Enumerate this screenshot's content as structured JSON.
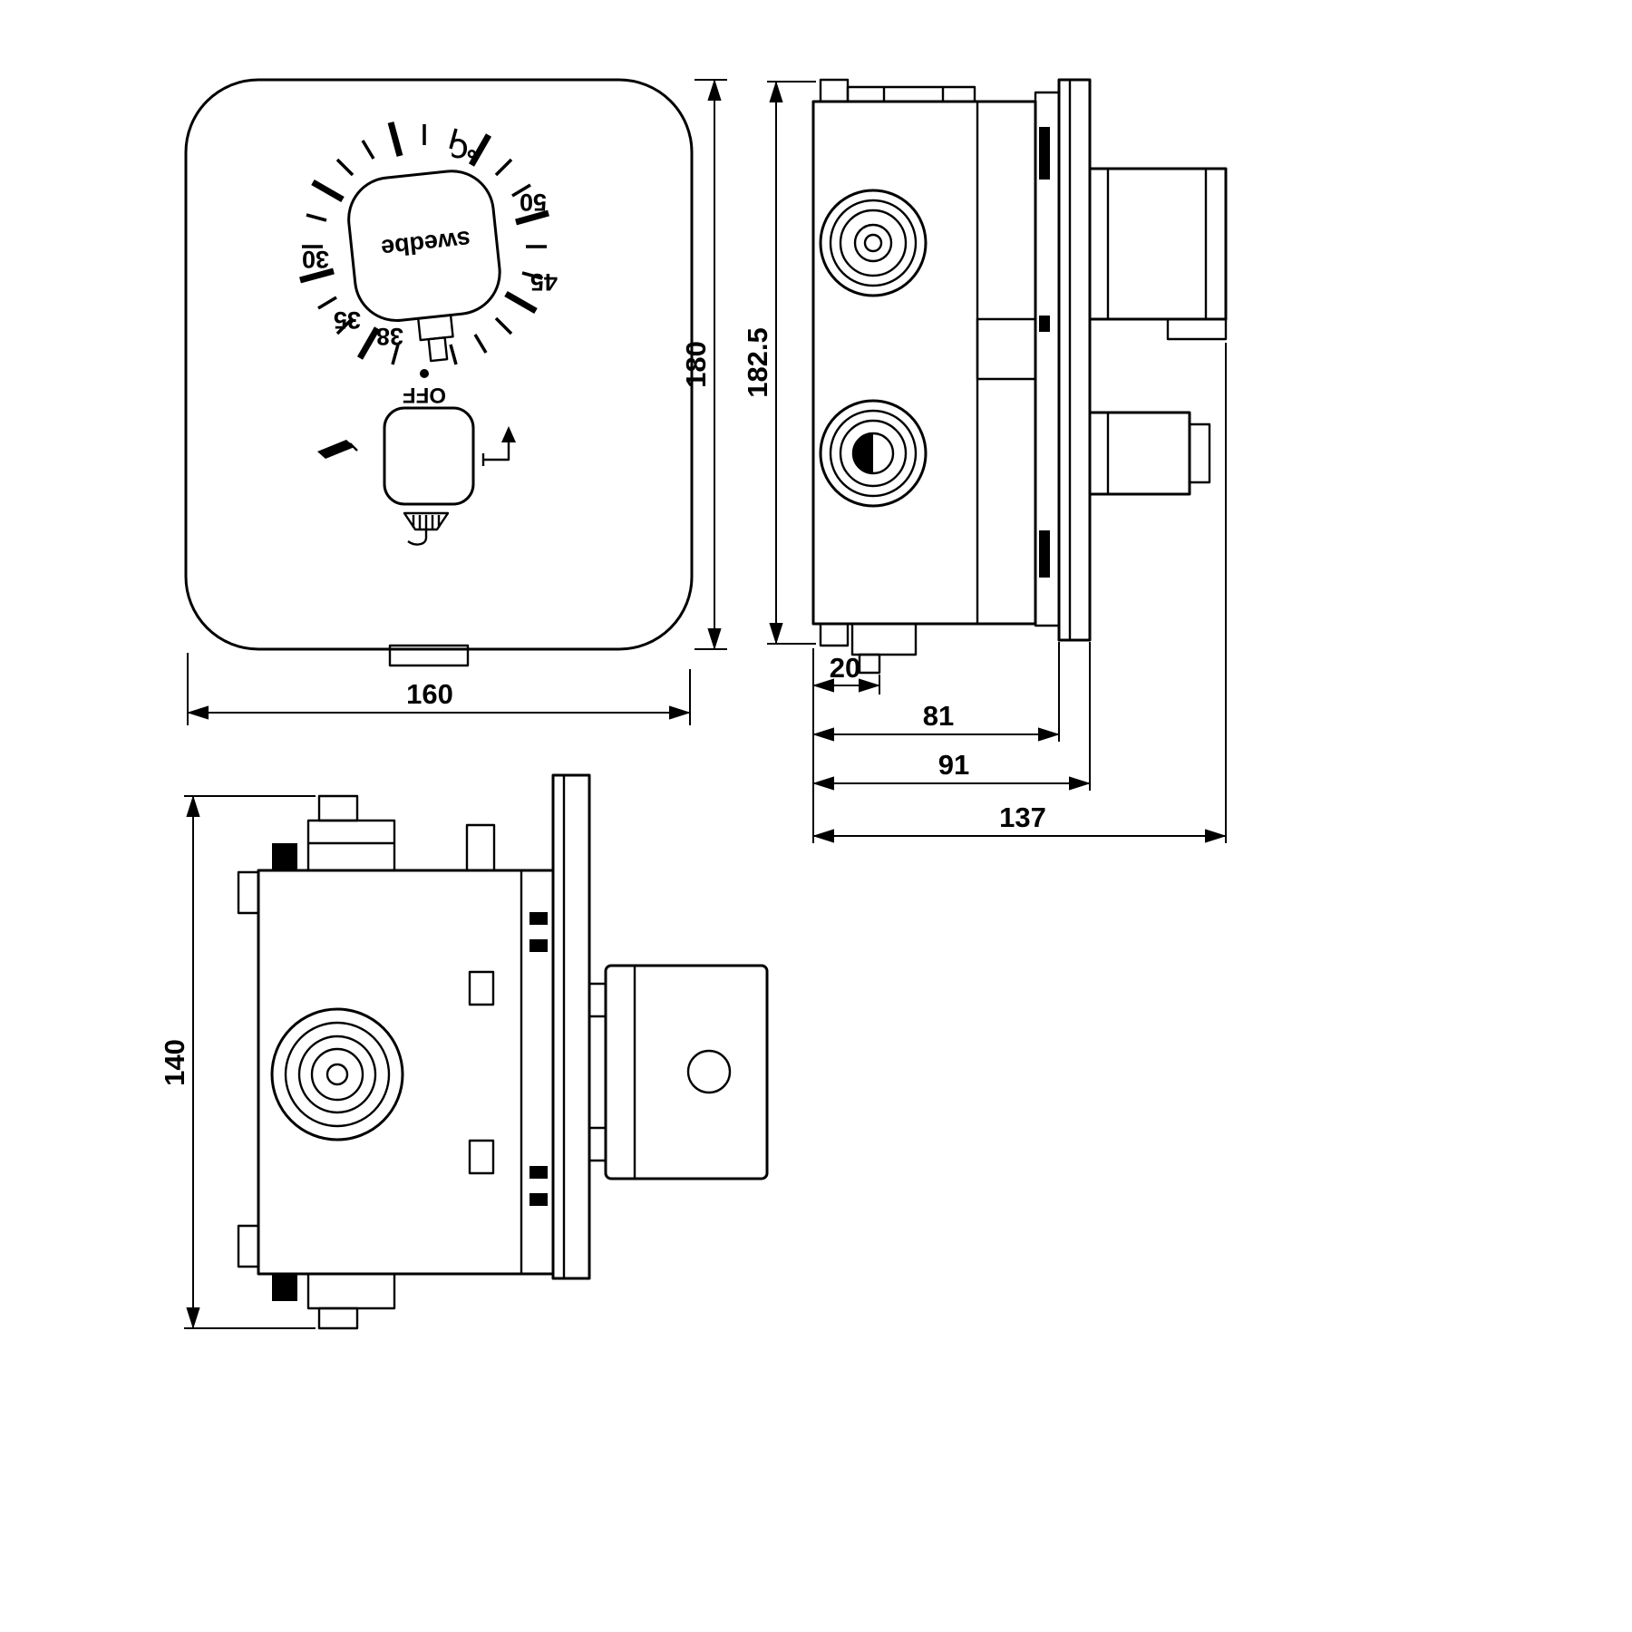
{
  "drawing": {
    "brand_label": "swedbe",
    "front": {
      "unit_label": "℃",
      "scale": {
        "l50": "50",
        "l45": "45",
        "l38": "38",
        "l35": "35",
        "l30": "30"
      },
      "off_label": "OFF",
      "width_dim": "160",
      "height_dim": "180",
      "icons": [
        "overhead-shower",
        "spout-arrow",
        "hand-shower"
      ]
    },
    "side": {
      "height_dim": "182.5",
      "dim_20": "20",
      "dim_81": "81",
      "dim_91": "91",
      "dim_137": "137"
    },
    "bottom": {
      "height_dim": "140"
    },
    "line_color": "#000000",
    "background_color": "#ffffff"
  }
}
